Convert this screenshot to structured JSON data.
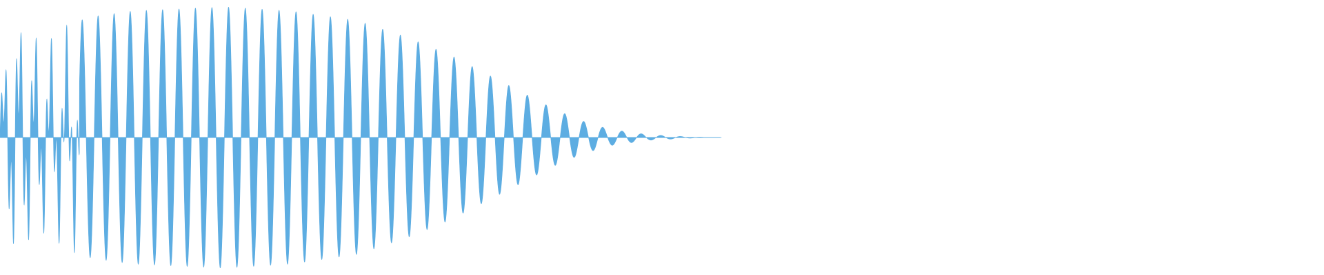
{
  "waveform": {
    "color": "#5dade2",
    "background": "#ffffff",
    "amplitude_envelope": [
      {
        "t": 0.0,
        "a": 0.38
      },
      {
        "t": 0.01,
        "a": 0.95
      },
      {
        "t": 0.02,
        "a": 0.85
      },
      {
        "t": 0.035,
        "a": 0.72
      },
      {
        "t": 0.05,
        "a": 0.82
      },
      {
        "t": 0.07,
        "a": 0.88
      },
      {
        "t": 0.1,
        "a": 0.92
      },
      {
        "t": 0.17,
        "a": 0.95
      },
      {
        "t": 0.22,
        "a": 0.92
      },
      {
        "t": 0.27,
        "a": 0.85
      },
      {
        "t": 0.31,
        "a": 0.72
      },
      {
        "t": 0.34,
        "a": 0.6
      },
      {
        "t": 0.37,
        "a": 0.45
      },
      {
        "t": 0.4,
        "a": 0.3
      },
      {
        "t": 0.42,
        "a": 0.2
      },
      {
        "t": 0.44,
        "a": 0.12
      },
      {
        "t": 0.46,
        "a": 0.06
      },
      {
        "t": 0.49,
        "a": 0.02
      },
      {
        "t": 0.52,
        "a": 0.005
      },
      {
        "t": 0.54,
        "a": 0.0
      },
      {
        "t": 1.0,
        "a": 0.0
      }
    ],
    "oscillation_cycles": 44,
    "frequency_chirp": 0.5
  }
}
